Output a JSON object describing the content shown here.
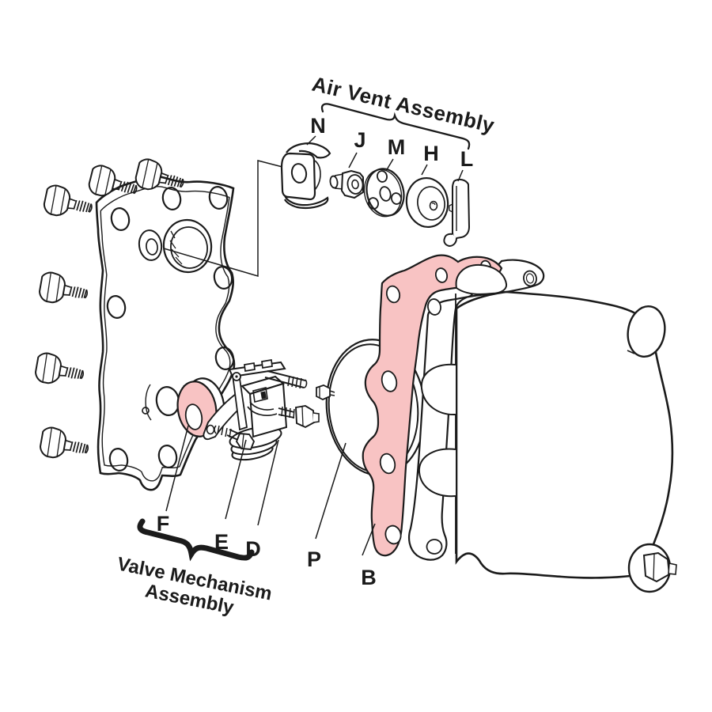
{
  "diagram": {
    "type": "exploded-parts-diagram",
    "top_group_title": "Air Vent Assembly",
    "bottom_group_title_line1": "Valve Mechanism",
    "bottom_group_title_line2": "Assembly",
    "part_labels": {
      "N": "N",
      "J": "J",
      "M": "M",
      "H": "H",
      "L": "L",
      "F": "F",
      "E": "E",
      "D": "D",
      "P": "P",
      "B": "B"
    },
    "colors": {
      "highlight_pink": "#f8c3c3",
      "line": "#1b1b1b",
      "background": "#ffffff"
    }
  }
}
